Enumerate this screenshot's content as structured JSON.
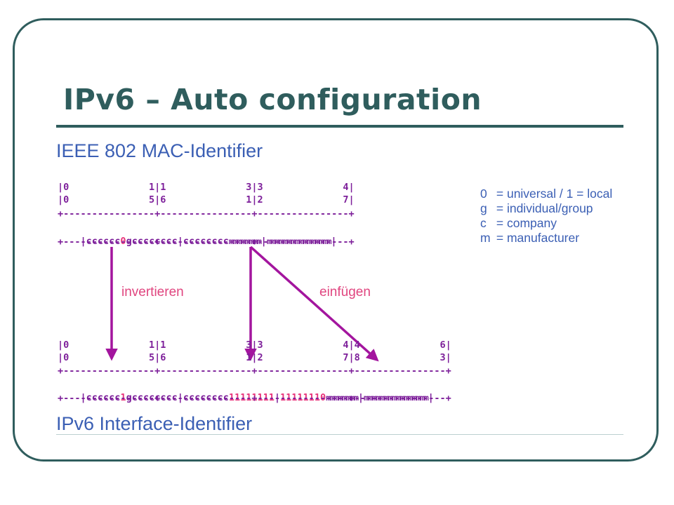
{
  "slide": {
    "title": "IPv6 – Auto configuration"
  },
  "diagram": {
    "mac_heading": "IEEE 802 MAC-Identifier",
    "ipv6_heading": "IPv6 Interface-Identifier",
    "mac": {
      "bit_row_1": "|0              1|1              3|3              4|",
      "bit_row_2": "|0              5|6              1|2              7|",
      "border": "+----------------+----------------+----------------+",
      "field": {
        "p1": "|cccccc",
        "bit": "0",
        "p2": "gcccccccc|cccccccc",
        "mfr_a": "mmmmmmmm",
        "sep": "|",
        "mfr_b": "mmmmmmmmmmmmmmmm",
        "end": "|"
      }
    },
    "ipv6": {
      "bit_row_1": "|0              1|1              3|3              4|4              6|",
      "bit_row_2": "|0              5|6              1|2              7|8              3|",
      "border": "+----------------+----------------+----------------+----------------+",
      "field": {
        "p1": "|cccccc",
        "bit": "1",
        "p2": "gcccccccc|cccccccc",
        "ins_a": "11111111",
        "sep": "|",
        "ins_b": "11111110",
        "mfr_a": "mmmmmmmm",
        "sep2": "|",
        "mfr_b": "mmmmmmmmmmmmmmmm",
        "end": "|"
      }
    },
    "legend": [
      {
        "key": "0",
        "text": "= universal / 1 = local"
      },
      {
        "key": "g",
        "text": "= individual/group"
      },
      {
        "key": "c",
        "text": "= company"
      },
      {
        "key": "m",
        "text": "= manufacturer"
      }
    ],
    "annotations": {
      "invert": "invertieren",
      "insert": "einfügen"
    },
    "colors": {
      "frame": "#2f5d5d",
      "heading": "#3b5fb4",
      "bits": "#7d1f9a",
      "highlight": "#e8337a",
      "arrow": "#a3159e"
    }
  }
}
